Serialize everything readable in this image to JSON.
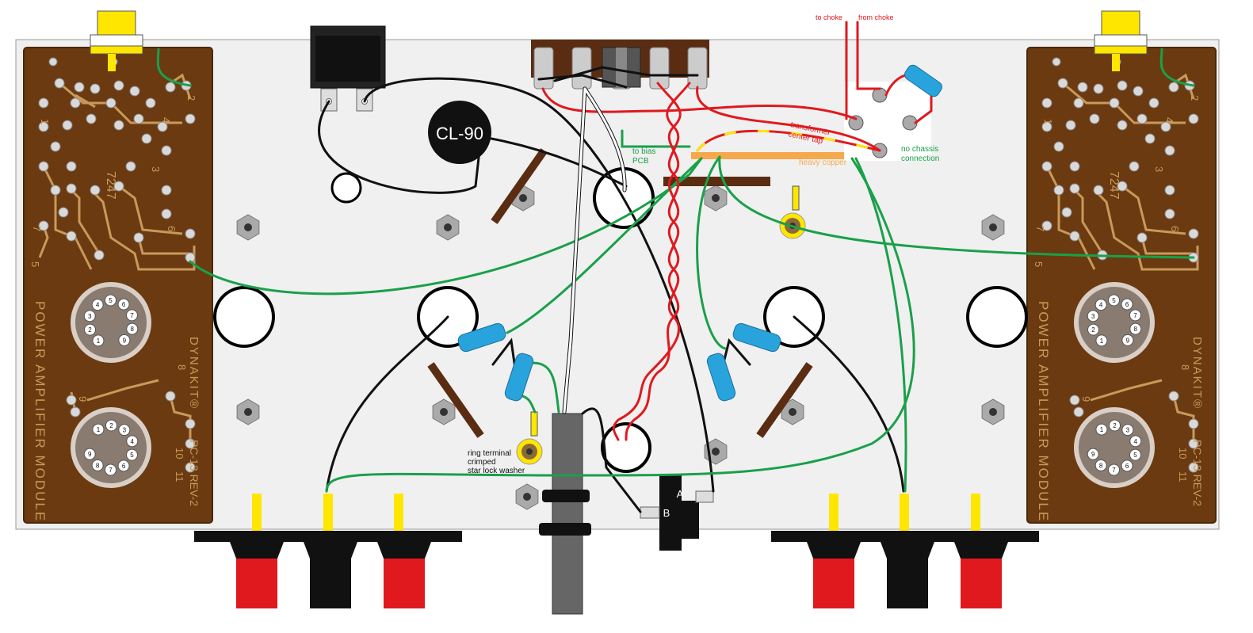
{
  "colors": {
    "chassis": "#f0f0f0",
    "pcb": "#6b3a10",
    "trace": "#c89a5a",
    "wire_green": "#1aa04a",
    "wire_red": "#e0191e",
    "wire_black": "#111111",
    "wire_yellow": "#ffe600",
    "resistor_blue": "#29a3dc",
    "copper_bus": "#f6a84d",
    "terminal_strip": "#5a2d12"
  },
  "left_board": {
    "model": "7247",
    "title": "POWER AMPLIFIER MODULE",
    "brand": "DYNAKIT®",
    "rev": "PC-13 REV-2",
    "pins": [
      "1",
      "2",
      "3",
      "4",
      "5",
      "6",
      "7",
      "8",
      "9",
      "10",
      "11"
    ],
    "socket_top_numbers": [
      "1",
      "2",
      "3",
      "4",
      "5",
      "6",
      "7",
      "8",
      "9"
    ],
    "socket_bottom_numbers": [
      "1",
      "2",
      "3",
      "4",
      "5",
      "6",
      "7",
      "8",
      "9"
    ]
  },
  "right_board": {
    "model": "7247",
    "title": "POWER AMPLIFIER MODULE",
    "brand": "DYNAKIT®",
    "rev": "PC-13 REV-2",
    "pins": [
      "1",
      "2",
      "3",
      "4",
      "5",
      "6",
      "7",
      "8",
      "9",
      "10",
      "11"
    ],
    "socket_top_numbers": [
      "1",
      "2",
      "3",
      "4",
      "5",
      "6",
      "7",
      "8",
      "9"
    ],
    "socket_bottom_numbers": [
      "1",
      "2",
      "3",
      "4",
      "5",
      "6",
      "7",
      "8",
      "9"
    ]
  },
  "components": {
    "thermistor": "CL-90",
    "switch_a": "A",
    "switch_b": "B"
  },
  "labels": {
    "to_choke": "to choke",
    "from_choke": "from choke",
    "transformer_center_tap_1": "transformer",
    "transformer_center_tap_2": "center tap",
    "no_chassis_1": "no chassis",
    "no_chassis_2": "connection",
    "heavy_copper": "heavy copper",
    "to_bias_1": "to bias",
    "to_bias_2": "PCB",
    "ring_1": "ring terminal",
    "ring_2": "crimped",
    "ring_3": "star lock washer"
  }
}
